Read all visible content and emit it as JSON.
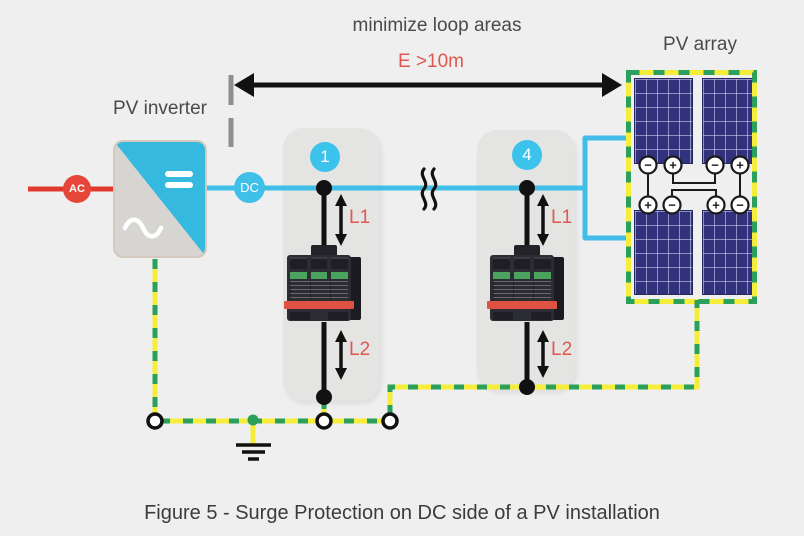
{
  "labels": {
    "minimize_loop": "minimize loop areas",
    "distance": "E >10m",
    "pv_array": "PV array",
    "pv_inverter": "PV inverter",
    "caption": "Figure 5 - Surge Protection on DC side of a PV installation"
  },
  "nodes": {
    "ac": "AC",
    "dc": "DC",
    "spd1_badge": "1",
    "spd2_badge": "4",
    "spd1_l1": "L1",
    "spd1_l2": "L2",
    "spd2_l1": "L1",
    "spd2_l2": "L2"
  },
  "pv_array": {
    "terminals_row1": [
      "−",
      "+",
      "−",
      "+"
    ],
    "terminals_row2": [
      "+",
      "−",
      "+",
      "−"
    ]
  },
  "colors": {
    "background": "#efeff0",
    "ac_red": "#e64638",
    "red_text": "#e25750",
    "dc_cyan": "#3fc0e9",
    "badge_blue": "#3cc3ec",
    "inverter_blue": "#35b9de",
    "inverter_gray": "#d7d5d1",
    "ground_yellow": "#f6ec3a",
    "ground_green": "#2aa05a",
    "panel_navy": "#32327c",
    "spd_body": "#2c2c33",
    "spd_stripe": "#df5243",
    "wire_black": "#1a1a1a"
  }
}
